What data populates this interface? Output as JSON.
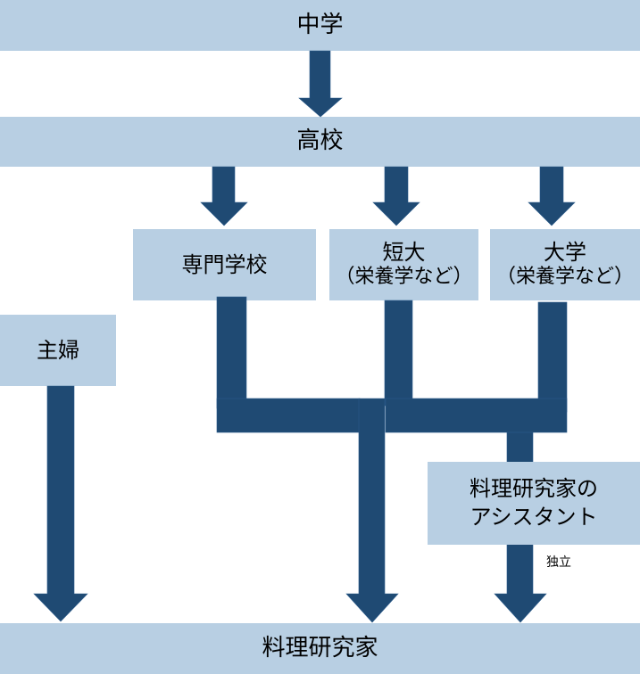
{
  "diagram": {
    "type": "career-path-flowchart",
    "colors": {
      "box": "#b8cfe3",
      "arrow": "#1f4a73"
    },
    "nodes": {
      "junior_high": {
        "label": "中学"
      },
      "high_school": {
        "label": "高校"
      },
      "vocational_school": {
        "label": "専門学校"
      },
      "junior_college": {
        "label": "短大",
        "note": "（栄養学など）"
      },
      "university": {
        "label": "大学",
        "note": "（栄養学など）"
      },
      "housewife": {
        "label": "主婦"
      },
      "assistant": {
        "line1": "料理研究家の",
        "line2": "アシスタント"
      },
      "culinary_researcher": {
        "label": "料理研究家"
      }
    },
    "edge_labels": {
      "independence": "独立"
    },
    "edges": [
      {
        "from": "junior_high",
        "to": "high_school"
      },
      {
        "from": "high_school",
        "to": "vocational_school"
      },
      {
        "from": "high_school",
        "to": "junior_college"
      },
      {
        "from": "high_school",
        "to": "university"
      },
      {
        "from": "vocational_school",
        "to": "culinary_researcher"
      },
      {
        "from": "junior_college",
        "to": "culinary_researcher"
      },
      {
        "from": "university",
        "to": "culinary_researcher"
      },
      {
        "from": "vocational_school",
        "to": "assistant"
      },
      {
        "from": "junior_college",
        "to": "assistant"
      },
      {
        "from": "university",
        "to": "assistant"
      },
      {
        "from": "housewife",
        "to": "culinary_researcher"
      },
      {
        "from": "assistant",
        "to": "culinary_researcher",
        "label": "独立"
      }
    ]
  }
}
